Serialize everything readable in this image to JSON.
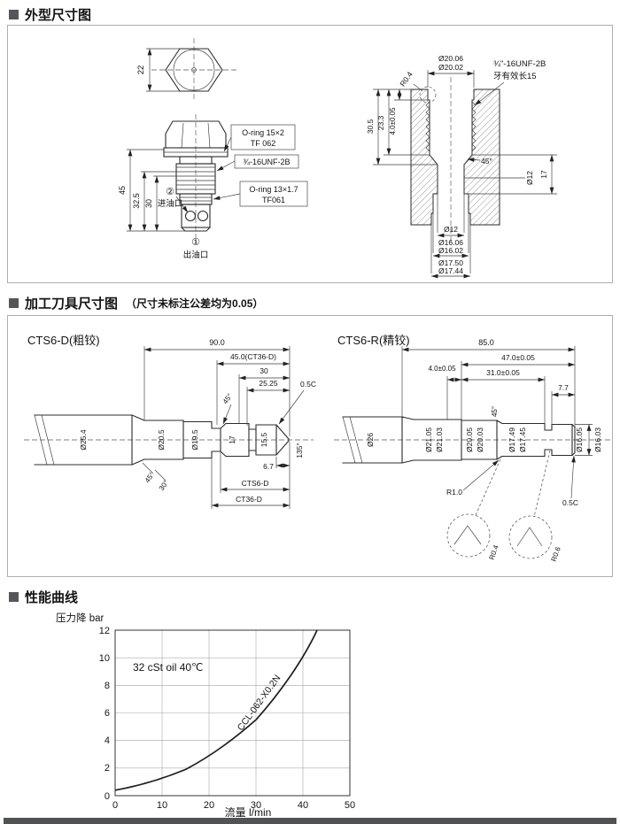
{
  "page": {
    "headers": {
      "outline": "外型尺寸图",
      "tools": "加工刀具尺寸图",
      "tools_note": "（尺寸未标注公差均为0.05）",
      "curve": "性能曲线"
    }
  },
  "outline": {
    "hex_dim": "22",
    "dim_45": "45",
    "dim_325": "32.5",
    "dim_30": "30",
    "oring_top_1": "O-ring 15×2",
    "oring_top_2": "TF 062",
    "thread": "¾-16UNF-2B",
    "oring_bot_1": "O-ring 13×1.7",
    "oring_bot_2": "TF061",
    "port2_sym": "②",
    "port2_name": "进油口",
    "port1_sym": "①",
    "port1_name": "出油口"
  },
  "cavity": {
    "dia_top_max": "Ø20.06",
    "dia_top_min": "Ø20.02",
    "thread": "¾\"-16UNF-2B",
    "thread_note": "牙有效长15",
    "radius_top": "R0.4",
    "depth_305": "30.5",
    "depth_233": "23.3",
    "depth_40": "4.0±0.05",
    "angle": "45°",
    "depth_17": "17",
    "dia_12_side": "Ø12",
    "dia_12_bot": "Ø12",
    "dia_16_max": "Ø16.06",
    "dia_16_min": "Ø16.02",
    "dia_175_max": "Ø17.50",
    "dia_175_min": "Ø17.44"
  },
  "tool_left": {
    "title": "CTS6-D(粗铰)",
    "dim_90": "90.0",
    "dim_45": "45.0(CT36-D)",
    "dim_30": "30",
    "dim_2525": "25.25",
    "chamfer": "0.5C",
    "d_254": "Ø25.4",
    "d_205": "Ø20.5",
    "d_195": "Ø19.5",
    "d_17": "17",
    "d_155": "15.5",
    "dim_67": "6.7",
    "a_135": "135°",
    "a_45top": "45°",
    "a_45bl": "45°",
    "a_30bl": "30°",
    "lbl_ctsd": "CTS6-D",
    "lbl_ct36": "CT36-D"
  },
  "tool_right": {
    "title": "CTS6-R(精铰)",
    "dim_85": "85.0",
    "dim_47": "47.0±0.05",
    "dim_31": "31.0±0.05",
    "dim_4": "4.0±0.05",
    "dim_77": "7.7",
    "d_26": "Ø26",
    "d_2105": "Ø21.05",
    "d_2103": "Ø21.03",
    "d_2005": "Ø20.05",
    "d_2003": "Ø20.03",
    "a_45": "45°",
    "d_1749": "Ø17.49",
    "d_1745": "Ø17.45",
    "d_1605": "Ø16.05",
    "d_1603": "Ø16.03",
    "r_10": "R1.0",
    "chamfer": "0.5C",
    "r_04": "R0.4",
    "r_06": "R0.6"
  },
  "chart": {
    "ylabel": "压力降 bar",
    "xlabel": "流量 l/min",
    "oil_note": "32 cSt oil 40℃",
    "series_label": "CCL-062-X0.2N",
    "yticks": [
      "12",
      "10",
      "8",
      "6",
      "4",
      "2",
      "0"
    ],
    "xticks": [
      "0",
      "10",
      "20",
      "30",
      "40",
      "50"
    ]
  },
  "chart_data": {
    "type": "line",
    "title": "性能曲线",
    "xlabel": "流量 l/min",
    "ylabel": "压力降 bar",
    "xlim": [
      0,
      50
    ],
    "ylim": [
      0,
      12
    ],
    "xticks": [
      0,
      10,
      20,
      30,
      40,
      50
    ],
    "yticks": [
      0,
      2,
      4,
      6,
      8,
      10,
      12
    ],
    "grid": true,
    "annotation": "32 cSt oil 40℃",
    "series": [
      {
        "name": "CCL-062-X0.2N",
        "x": [
          0,
          5,
          10,
          15,
          20,
          25,
          30,
          35,
          40,
          43
        ],
        "y": [
          0.4,
          0.7,
          1.2,
          1.9,
          2.8,
          4.0,
          5.5,
          7.4,
          9.8,
          12.0
        ]
      }
    ]
  }
}
